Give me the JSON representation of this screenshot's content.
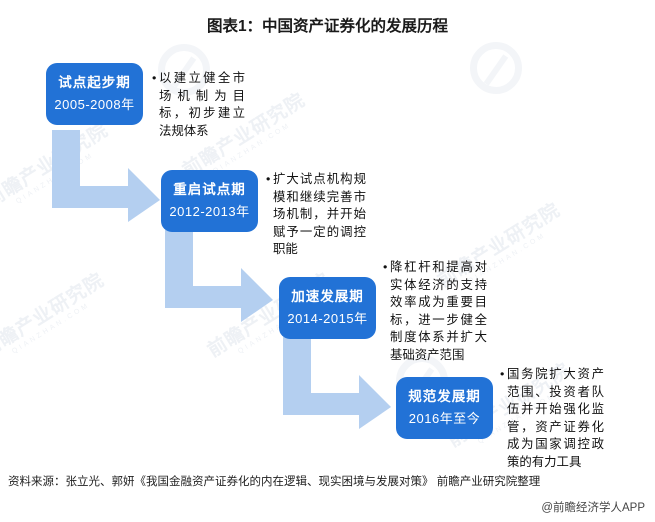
{
  "title": "图表1：中国资产证券化的发展历程",
  "stages": [
    {
      "name": "试点起步期",
      "years": "2005-2008年",
      "bullet": "以建立健全市场机制为目标，初步建立法规体系"
    },
    {
      "name": "重启试点期",
      "years": "2012-2013年",
      "bullet": "扩大试点机构规模和继续完善市场机制，并开始赋予一定的调控职能"
    },
    {
      "name": "加速发展期",
      "years": "2014-2015年",
      "bullet": "降杠杆和提高对实体经济的支持效率成为重要目标，进一步健全制度体系并扩大基础资产范围"
    },
    {
      "name": "规范发展期",
      "years": "2016年至今",
      "bullet": "国务院扩大资产范围、投资者队伍并开始强化监管，资产证券化成为国家调控政策的有力工具"
    }
  ],
  "bullet_marker": "•",
  "footer": {
    "source": "资料来源：张立光、郭妍《我国金融资产证券化的内在逻辑、现实困境与发展对策》 前瞻产业研究院整理",
    "app": "@前瞻经济学人APP"
  },
  "watermark": {
    "text": "前瞻产业研究院",
    "sub": "QIANZHAN.COM"
  },
  "colors": {
    "box_blue": "#2272D6",
    "arrow_blue": "#B4CFF0",
    "text_dark": "#111111"
  }
}
